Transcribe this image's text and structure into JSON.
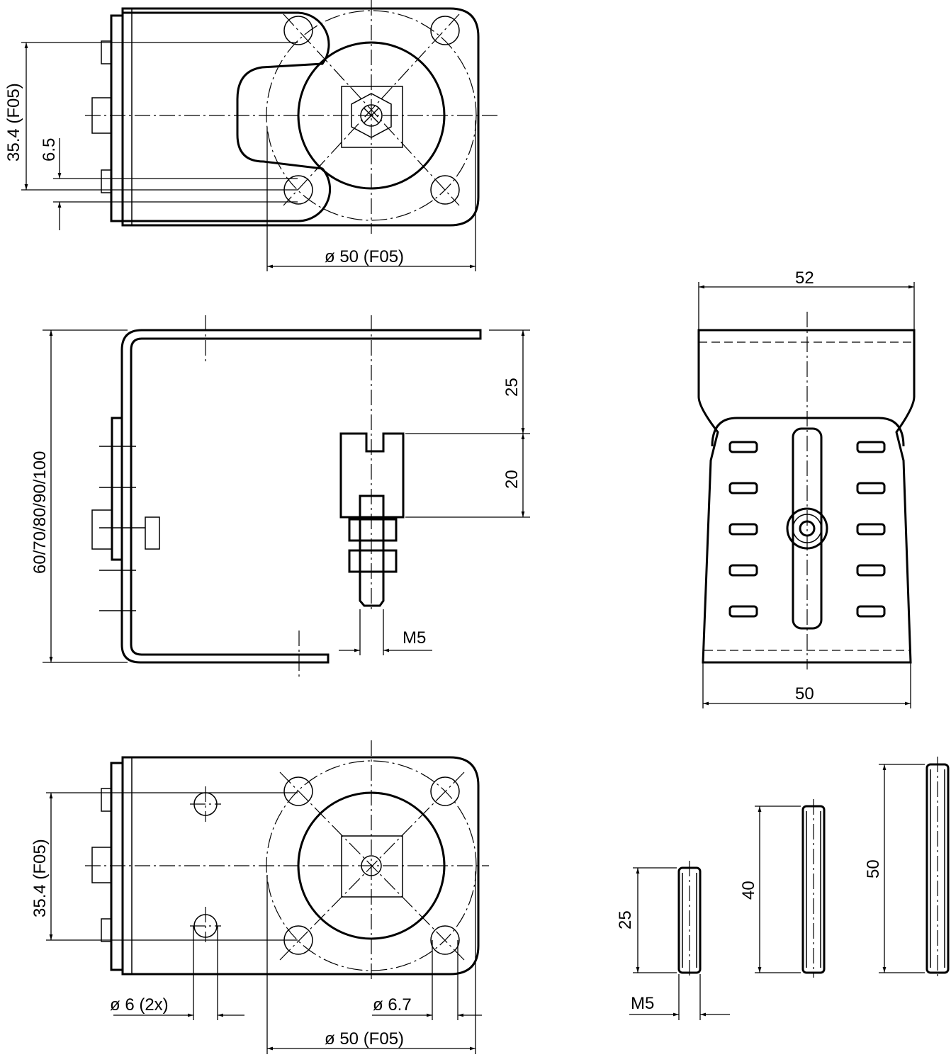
{
  "top_view": {
    "dim_vertical": "35.4 (F05)",
    "dim_slot": "6.5",
    "dim_circle": "ø 50 (F05)"
  },
  "side_view": {
    "dim_length": "60/70/80/90/100",
    "dim_top": "25",
    "dim_block": "20",
    "dim_thread": "M5"
  },
  "front_view": {
    "dim_top_width": "52",
    "dim_bottom_width": "50"
  },
  "bottom_view": {
    "dim_vertical": "35.4 (F05)",
    "dim_holes": "ø 6 (2x)",
    "dim_hole_67": "ø 6.7",
    "dim_circle": "ø 50 (F05)"
  },
  "studs": {
    "short": "25",
    "medium": "40",
    "long": "50",
    "thread": "M5"
  }
}
